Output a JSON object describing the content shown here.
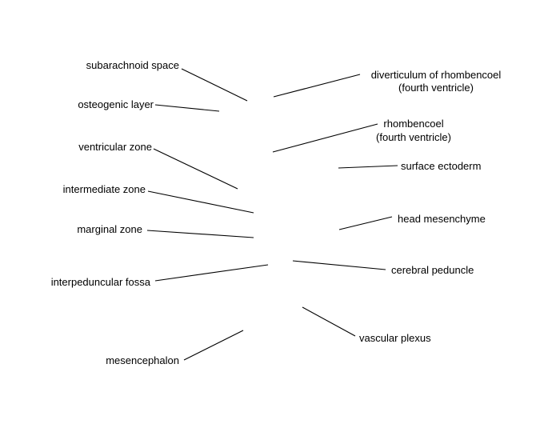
{
  "labels": {
    "subarachnoid_space": "subarachnoid space",
    "osteogenic_layer": "osteogenic layer",
    "ventricular_zone": "ventricular zone",
    "intermediate_zone": "intermediate zone",
    "marginal_zone": "marginal zone",
    "interpeduncular_fossa": "interpeduncular fossa",
    "mesencephalon": "mesencephalon",
    "diverticulum_line1": "diverticulum of rhombencoel",
    "diverticulum_line2": "(fourth ventricle)",
    "rhombencoel_line1": "rhombencoel",
    "rhombencoel_line2": "(fourth ventricle)",
    "surface_ectoderm": "surface ectoderm",
    "head_mesenchyme": "head mesenchyme",
    "cerebral_peduncle": "cerebral peduncle",
    "vascular_plexus": "vascular plexus"
  },
  "colors": {
    "line": "#000000",
    "text": "#000000",
    "background": "#ffffff"
  }
}
